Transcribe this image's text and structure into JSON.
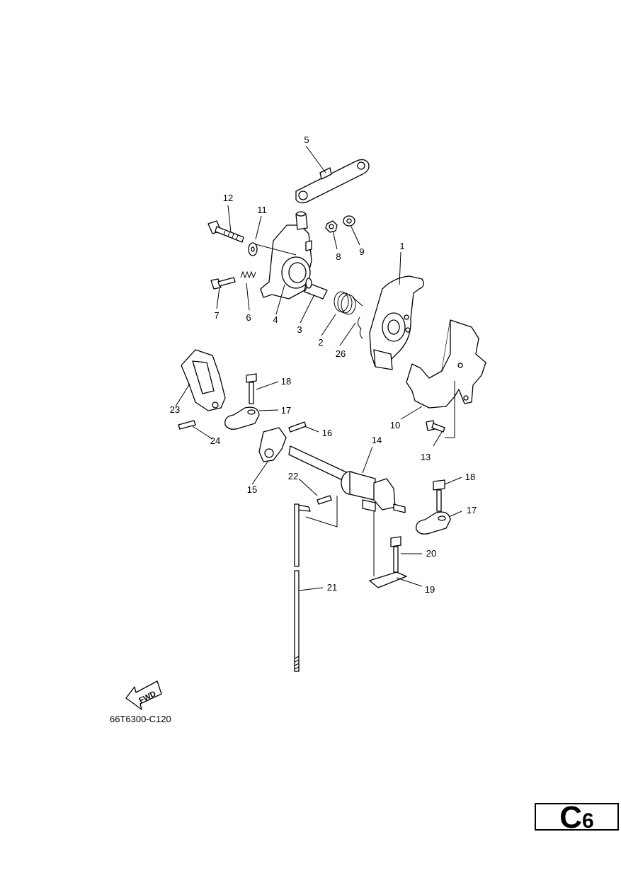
{
  "callouts": {
    "c1": "1",
    "c2": "2",
    "c3": "3",
    "c4": "4",
    "c5": "5",
    "c6": "6",
    "c7": "7",
    "c8": "8",
    "c9": "9",
    "c10": "10",
    "c11": "11",
    "c12": "12",
    "c13": "13",
    "c14": "14",
    "c15": "15",
    "c16": "16",
    "c17a": "17",
    "c17b": "17",
    "c18a": "18",
    "c18b": "18",
    "c19": "19",
    "c20": "20",
    "c21": "21",
    "c22": "22",
    "c23": "23",
    "c24": "24",
    "c26": "26"
  },
  "fwd_label": "FWD",
  "diagram_code": "66T6300-C120",
  "page_badge": {
    "letter": "C",
    "number": "6"
  }
}
